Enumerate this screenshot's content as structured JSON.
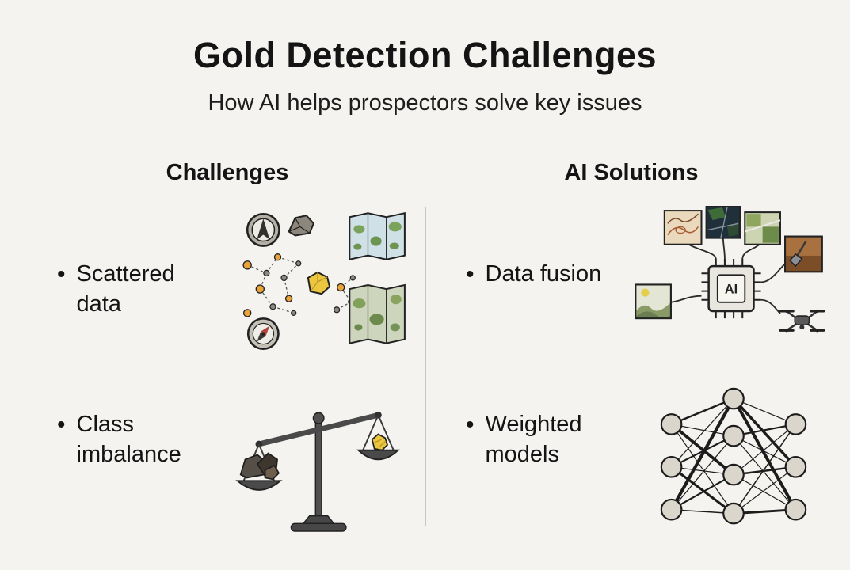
{
  "header": {
    "title": "Gold Detection Challenges",
    "subtitle": "How AI helps prospectors solve key issues"
  },
  "bullet": "•",
  "challenges": {
    "label": "Challenges",
    "items": [
      {
        "label": "Scattered data",
        "icon": "scattered-data-illustration"
      },
      {
        "label": "Class imbalance",
        "icon": "balance-scale-illustration"
      }
    ]
  },
  "solutions": {
    "label": "AI Solutions",
    "items": [
      {
        "label": "Data fusion",
        "icon": "ai-chip-data-fusion-illustration"
      },
      {
        "label": "Weighted models",
        "icon": "neural-network-illustration"
      }
    ]
  },
  "chip_label": "AI",
  "colors": {
    "background": "#f4f3f0",
    "text": "#141414",
    "gold": "#ecc63e",
    "metal": "#4a4a4a",
    "outline": "#222222",
    "node_fill": "#dbd6cc"
  }
}
